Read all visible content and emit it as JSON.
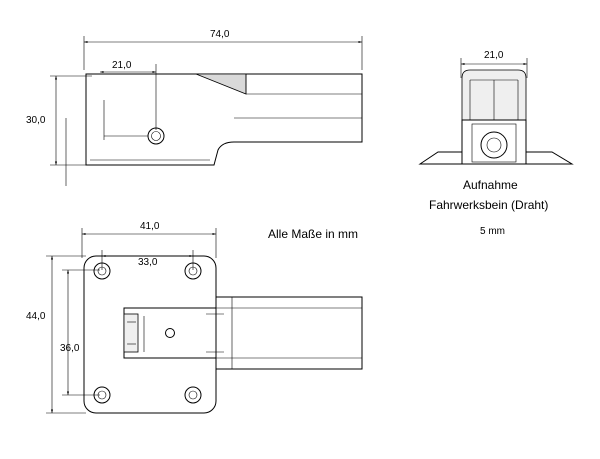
{
  "dimensions": {
    "side_length": "74,0",
    "side_hole_offset": "21,0",
    "side_height": "30,0",
    "front_width": "21,0",
    "top_width": "41,0",
    "top_hole_spacing_x": "33,0",
    "top_height": "44,0",
    "top_hole_spacing_y": "36,0"
  },
  "captions": {
    "units_note": "Alle Maße in mm",
    "title_line1": "Aufnahme",
    "title_line2": "Fahrwerksbein (Draht)",
    "wire_size": "5 mm"
  }
}
